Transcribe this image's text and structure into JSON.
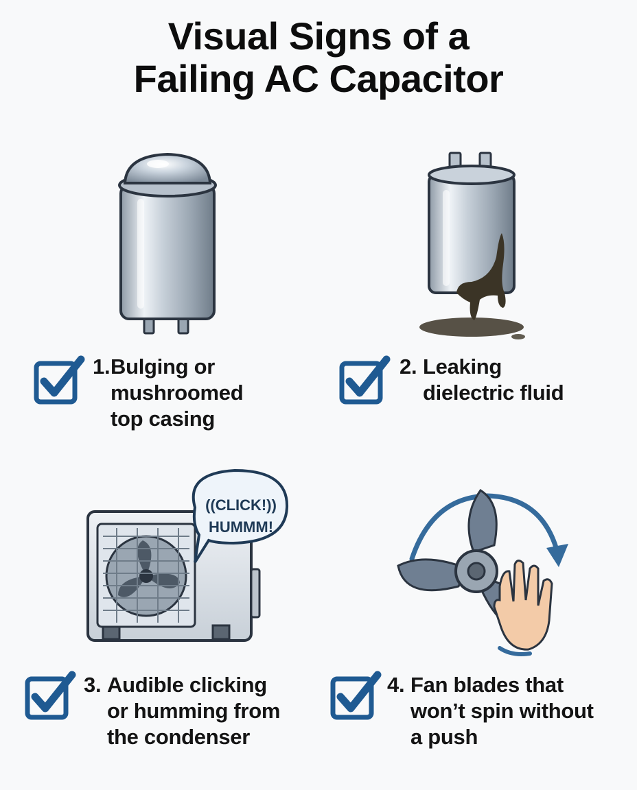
{
  "title": {
    "line1": "Visual Signs of a",
    "line2": "Failing AC Capacitor"
  },
  "colors": {
    "check_blue": "#1f5a92",
    "metal_light": "#dfe5ec",
    "metal_dark": "#8e9aa6",
    "fluid": "#3b3426",
    "fan_blade": "#6f7f92",
    "hand": "#f3cba8",
    "arrow_blue": "#356b9c"
  },
  "signs": [
    {
      "number": "1.",
      "text": "Bulging or\nmushroomed\ntop casing",
      "icon": "bulging-capacitor-icon"
    },
    {
      "number": "2.",
      "text": "Leaking\ndielectric fluid",
      "icon": "leaking-capacitor-icon"
    },
    {
      "number": "3.",
      "text": "Audible clicking\nor humming from\nthe condenser",
      "icon": "condenser-unit-icon"
    },
    {
      "number": "4.",
      "text": "Fan blades that\nwon’t spin without\na push",
      "icon": "fan-blade-hand-icon"
    }
  ],
  "bubble": {
    "line1": "((CLICK!))",
    "line2": "HUMMM!"
  }
}
